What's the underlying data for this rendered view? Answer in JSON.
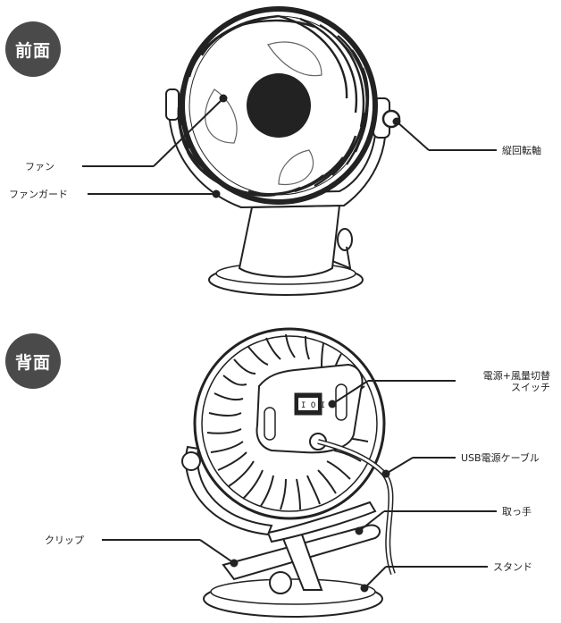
{
  "sections": {
    "front": {
      "badge": "前面"
    },
    "back": {
      "badge": "背面"
    }
  },
  "labels": {
    "fan": "ファン",
    "fan_guard": "ファンガード",
    "vertical_pivot": "縦回転軸",
    "power_switch_line1": "電源+風量切替",
    "power_switch_line2": "スイッチ",
    "usb_cable": "USB電源ケーブル",
    "handle": "取っ手",
    "clip": "クリップ",
    "stand": "スタンド"
  },
  "colors": {
    "badge_bg": "#4a4a4a",
    "line": "#222222"
  }
}
